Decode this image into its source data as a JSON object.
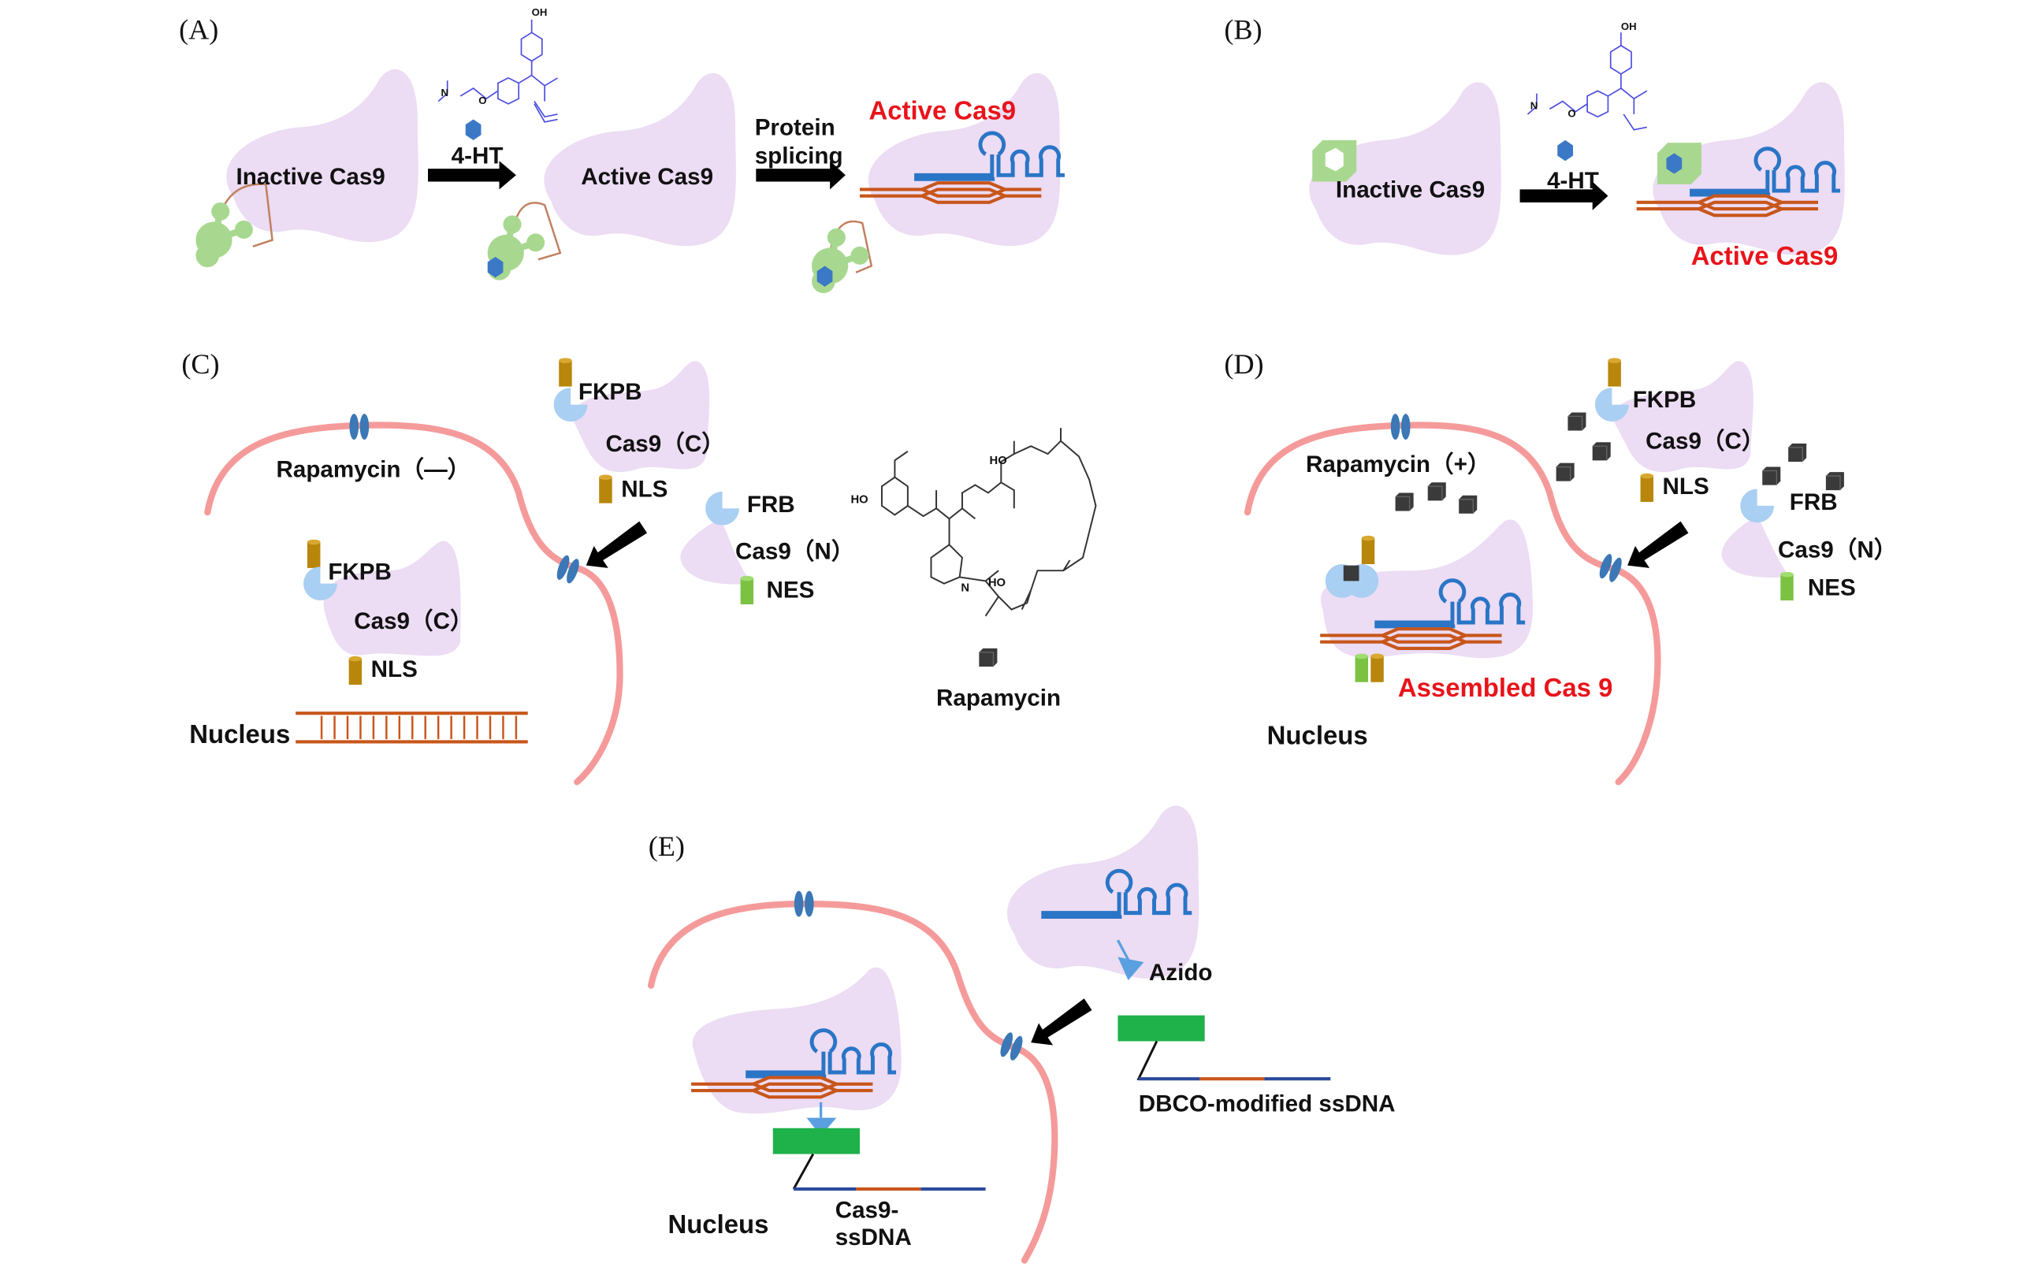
{
  "panels": {
    "a": {
      "label": "(A)",
      "inactive": "Inactive Cas9",
      "inducer": "4-HT",
      "active_mid": "Active Cas9",
      "step_line1": "Protein",
      "step_line2": "splicing",
      "active_final": "Active Cas9",
      "molecule_oh": "OH",
      "molecule_n": "N",
      "molecule_o": "O"
    },
    "b": {
      "label": "(B)",
      "inactive": "Inactive Cas9",
      "inducer": "4-HT",
      "active": "Active Cas9",
      "molecule_oh": "OH",
      "molecule_n": "N",
      "molecule_o": "O"
    },
    "c": {
      "label": "(C)",
      "rapamycin_state": "Rapamycin（—）",
      "fkpb_inner": "FKPB",
      "cas9c_inner": "Cas9（C）",
      "nls_inner": "NLS",
      "nucleus": "Nucleus",
      "fkpb_outer": "FKPB",
      "cas9c_outer": "Cas9（C）",
      "nls_outer": "NLS",
      "frb": "FRB",
      "cas9n": "Cas9（N）",
      "nes": "NES",
      "rapamycin": "Rapamycin",
      "mol_ho1": "HO",
      "mol_ho2": "HO",
      "mol_ho3": "HO",
      "mol_n": "N"
    },
    "d": {
      "label": "(D)",
      "rapamycin_state": "Rapamycin（+）",
      "fkpb": "FKPB",
      "cas9c": "Cas9（C）",
      "nls": "NLS",
      "frb": "FRB",
      "cas9n": "Cas9（N）",
      "nes": "NES",
      "assembled": "Assembled Cas 9",
      "nucleus": "Nucleus"
    },
    "e": {
      "label": "(E)",
      "azido": "Azido",
      "dbco": "DBCO-modified ssDNA",
      "nucleus": "Nucleus",
      "product_line1": "Cas9-",
      "product_line2": "ssDNA"
    }
  },
  "colors": {
    "cas9_body": "#ecdcf4",
    "membrane": "#f59a9a",
    "sgRNA": "#2a75c6",
    "dna": "#c8561b",
    "highlight_text": "#e8141b",
    "nls": "#b8860b",
    "nes": "#7cc242",
    "fkbp_frb": "#a9cff2",
    "rapamycin_cube": "#3a3a3a",
    "dbco_tube": "#1fb14a",
    "intein": "#a8d890"
  }
}
